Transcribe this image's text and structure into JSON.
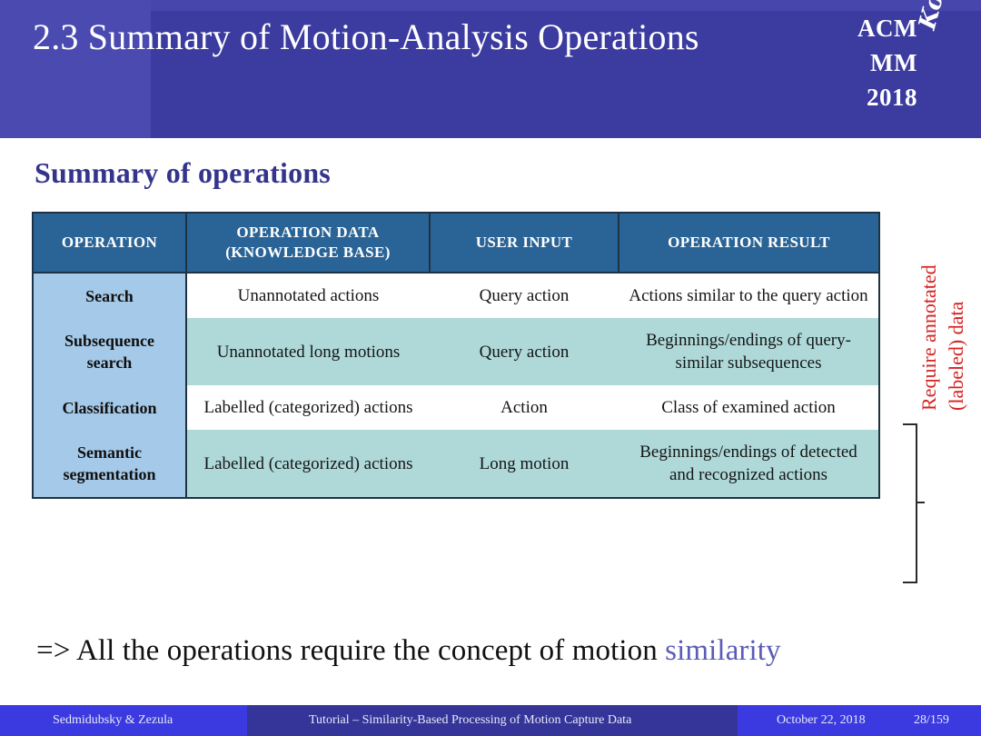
{
  "header": {
    "title": "2.3 Summary of Motion-Analysis Operations",
    "logo": {
      "line1": "ACM",
      "line2": "MM",
      "line3": "2018",
      "script": "Korea"
    },
    "colors": {
      "background": "#3b3ba0",
      "band_left": "#4a4ab0"
    }
  },
  "slide": {
    "heading": "Summary of operations",
    "heading_color": "#34348c"
  },
  "table": {
    "columns": [
      "OPERATION",
      "OPERATION DATA\n(KNOWLEDGE BASE)",
      "USER INPUT",
      "OPERATION RESULT"
    ],
    "columns_display": {
      "col1": "OPERATION",
      "col2_line1": "OPERATION DATA",
      "col2_line2": "(KNOWLEDGE BASE)",
      "col3": "USER INPUT",
      "col4": "OPERATION RESULT"
    },
    "header_bg": "#2a6496",
    "first_column_bg": "#a5c9e8",
    "alt_row_bg": "#afd9d9",
    "rows": [
      {
        "operation": "Search",
        "operation_data": "Unannotated actions",
        "user_input": "Query action",
        "operation_result": "Actions similar to the query action",
        "shade": "white"
      },
      {
        "operation": "Subsequence search",
        "operation_data": "Unannotated long motions",
        "user_input": "Query action",
        "operation_result": "Beginnings/endings of query-similar subsequences",
        "shade": "teal"
      },
      {
        "operation": "Classification",
        "operation_data": "Labelled (categorized) actions",
        "user_input": "Action",
        "operation_result": "Class of examined action",
        "shade": "white"
      },
      {
        "operation": "Semantic segmentation",
        "operation_data": "Labelled (categorized) actions",
        "user_input": "Long motion",
        "operation_result": "Beginnings/endings of detected and recognized actions",
        "shade": "teal"
      }
    ]
  },
  "annotation": {
    "line1": "Require annotated",
    "line2": "(labeled) data",
    "color": "#d42222",
    "applies_to_rows": [
      "Classification",
      "Semantic segmentation"
    ]
  },
  "conclusion": {
    "prefix": "=> All the operations require the concept of motion ",
    "highlight": "similarity",
    "highlight_color": "#5b5bb8"
  },
  "footer": {
    "authors": "Sedmidubsky & Zezula",
    "tutorial": "Tutorial – Similarity-Based Processing of Motion Capture Data",
    "date": "October 22, 2018",
    "page": "28/159",
    "bg": "#343499",
    "segment_bg": "#3a3ae0"
  }
}
